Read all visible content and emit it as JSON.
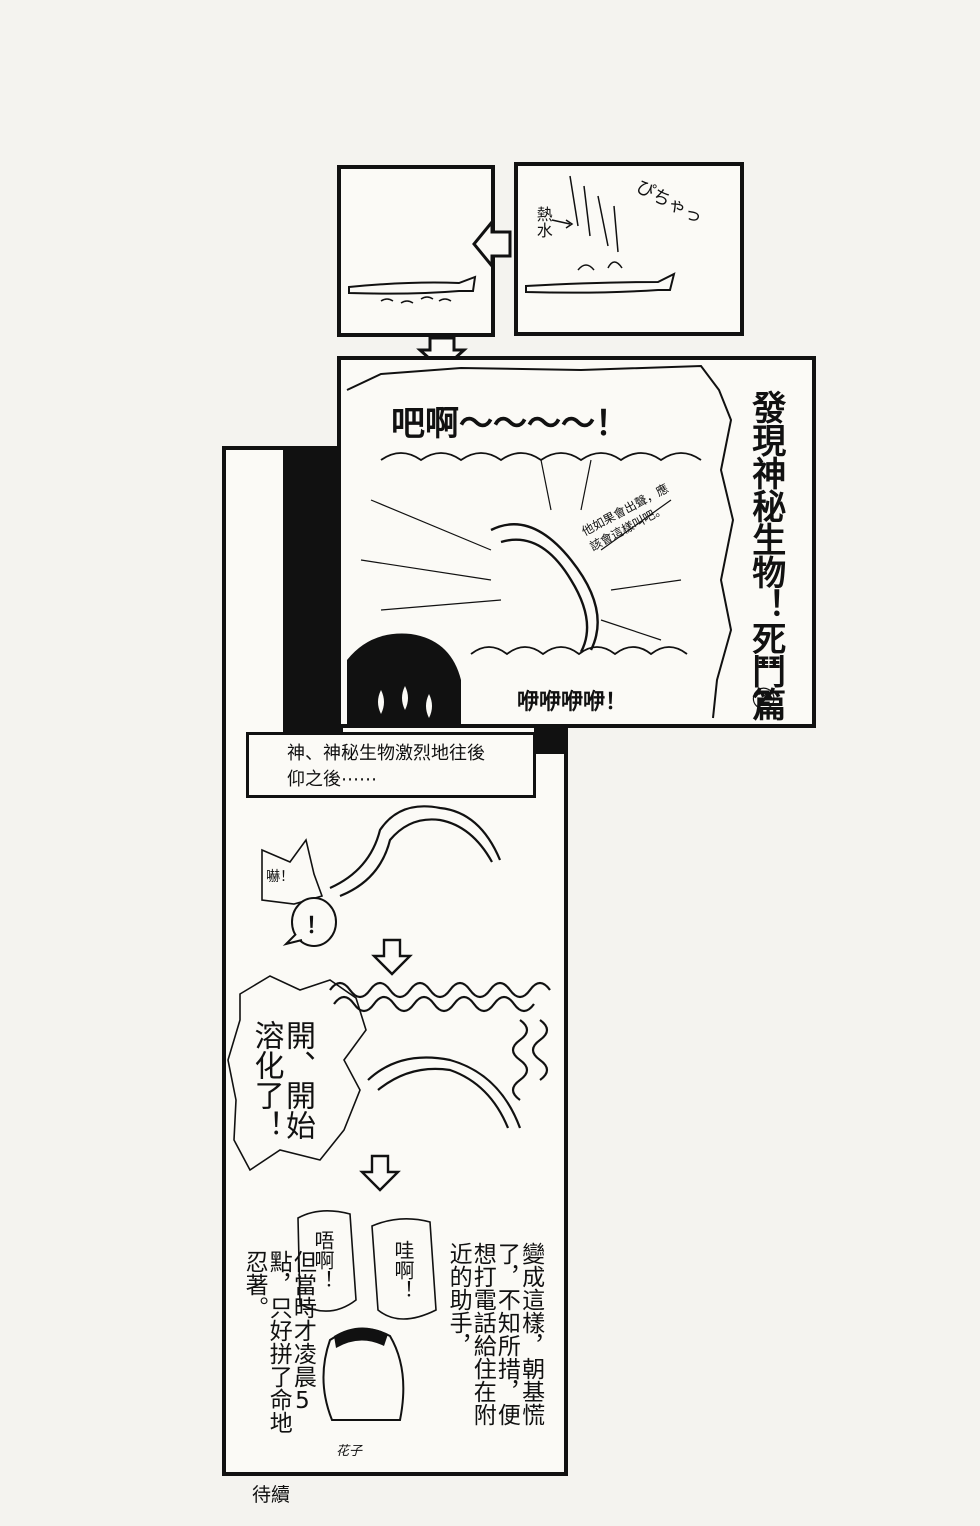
{
  "panel1": {},
  "panel2": {
    "label_hot_water": "熱水",
    "sfx_splash": "ぴちゃっ"
  },
  "panel3": {
    "shout": "吧啊〜〜〜〜！",
    "aside_note": "他如果會出聲，應該會這樣叫吧。",
    "sfx_bottom": "咿咿咿咿！",
    "chapter_title": "發現神秘生物！死鬥篇",
    "chapter_number": "②"
  },
  "panel4": {
    "caption": "神、神秘生物激烈地往後仰之後⋯⋯",
    "sfx_startle": "嚇！",
    "exclaim": "！",
    "melting": "開、開始溶化了！",
    "cry_left": "唔啊！",
    "cry_right": "哇啊！",
    "narration_right": "變成這樣，朝基慌了，不知所措，便想打電話給住在附近的助手，",
    "narration_left": "但當時才凌晨5點，只好拼了命地忍著。",
    "signature": "花子"
  },
  "footer": {
    "to_be_continued": "待續"
  }
}
